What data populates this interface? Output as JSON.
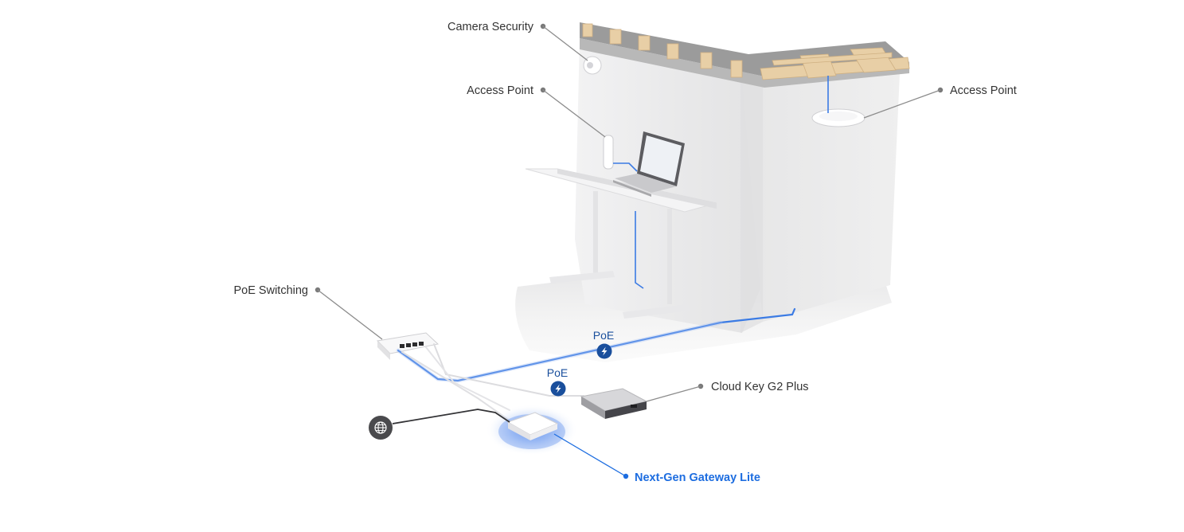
{
  "callouts": {
    "camera_security": "Camera Security",
    "access_point_wall": "Access Point",
    "access_point_ceiling": "Access Point",
    "poe_switching": "PoE Switching",
    "cloud_key": "Cloud Key G2 Plus",
    "gateway": "Next-Gen Gateway Lite"
  },
  "poe_badges": {
    "upper": "PoE",
    "lower": "PoE"
  },
  "icons": {
    "internet": "globe-icon",
    "poe": "lightning-bolt-icon"
  },
  "colors": {
    "label": "#333333",
    "accent": "#1d6de0",
    "poe_badge": "#1a4f9c",
    "cable": "#3b7be4",
    "wall": "#ececed",
    "wood": "#e8cfa6",
    "concrete": "#9a9a9a"
  }
}
